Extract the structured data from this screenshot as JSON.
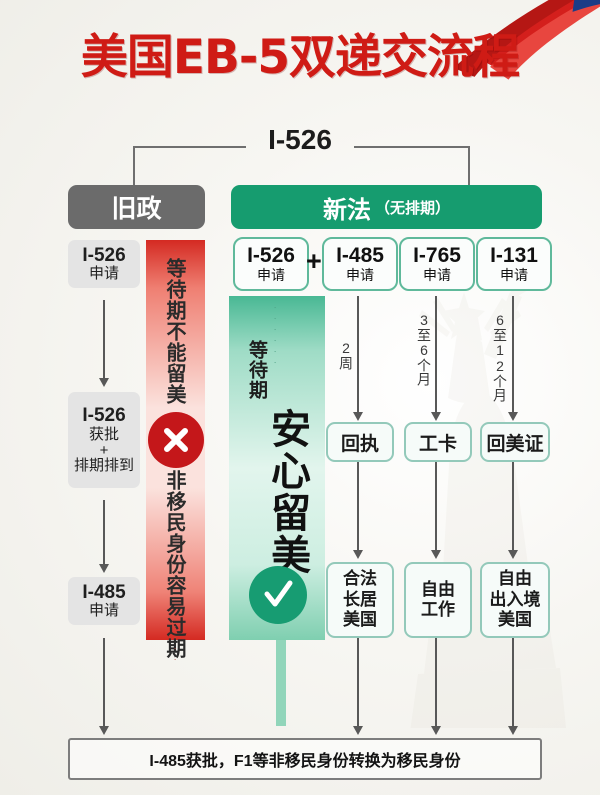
{
  "poster": {
    "title": "美国EB-5双递交流程",
    "bracket_label": "I-526",
    "accent_red": "#cf1b15",
    "accent_green": "#169c6f",
    "accent_gray": "#6b6b6b"
  },
  "columns": {
    "old": {
      "header": "旧政",
      "steps": [
        {
          "code": "I-526",
          "text": "申请"
        },
        {
          "code": "I-526",
          "text": "获批",
          "plus": "+",
          "text2": "排期排到"
        },
        {
          "code": "I-485",
          "text": "申请"
        }
      ],
      "band": {
        "top_text": "等待期不能留美",
        "bottom_text": "非移民身份容易过期",
        "mark": "✕",
        "mark_name": "cross"
      }
    },
    "new": {
      "header": "新法",
      "header_sub": "（无排期）",
      "forms": [
        {
          "code": "I-526",
          "text": "申请"
        },
        {
          "code": "I-485",
          "text": "申请"
        },
        {
          "code": "I-765",
          "text": "申请"
        },
        {
          "code": "I-131",
          "text": "申请"
        }
      ],
      "plus_symbol": "+",
      "band": {
        "small_text": "等待期",
        "big_text": "安心留美",
        "mark": "✓",
        "mark_name": "check"
      },
      "durations": [
        "2周",
        "3至6个月",
        "6至12个月"
      ],
      "outputs": [
        "回执",
        "工卡",
        "回美证"
      ],
      "benefits": [
        {
          "lines": [
            "合法",
            "长居",
            "美国"
          ]
        },
        {
          "lines": [
            "自由",
            "工作"
          ]
        },
        {
          "lines": [
            "自由",
            "出入境",
            "美国"
          ]
        }
      ]
    }
  },
  "bottom": {
    "summary": "I-485获批，F1等非移民身份转换为移民身份"
  }
}
